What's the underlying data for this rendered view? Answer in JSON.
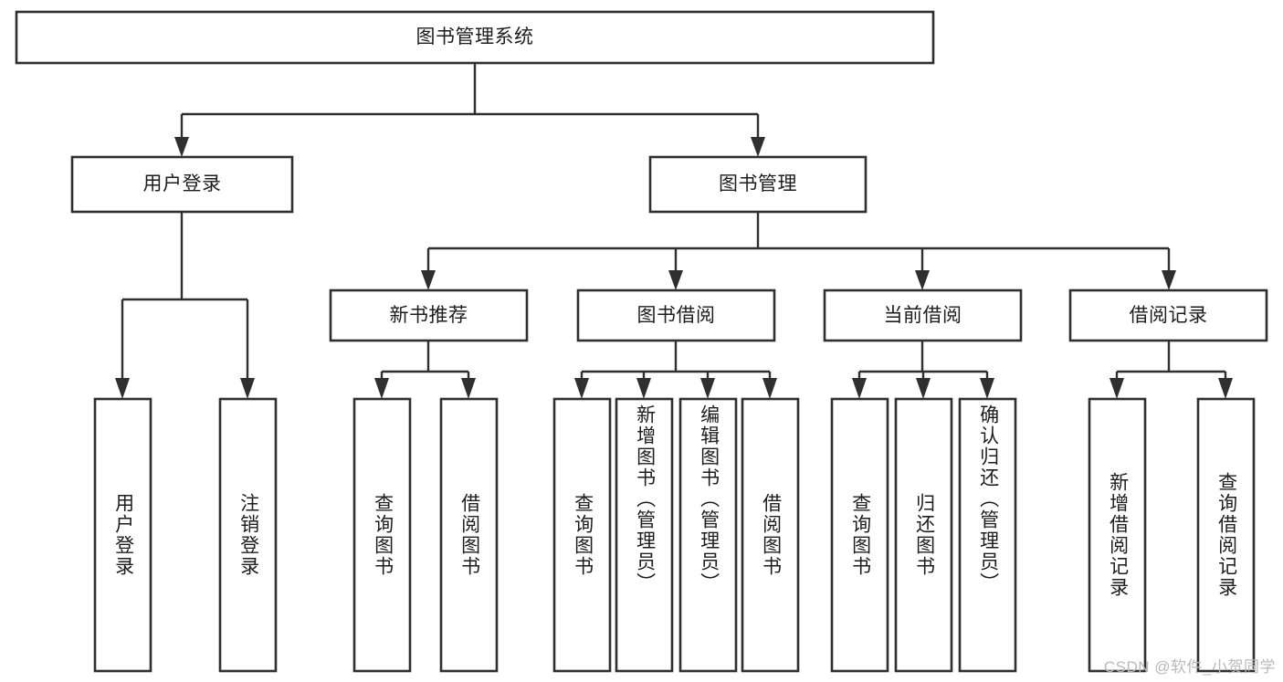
{
  "diagram": {
    "title": "图书管理系统",
    "type": "tree",
    "orientation": "top-down",
    "colors": {
      "background": "#ffffff",
      "node_fill": "#ffffff",
      "stroke": "#2f2f2f",
      "label": "#1d1d1d",
      "watermark": "#b9b9b9"
    },
    "root": {
      "id": "root",
      "label": "图书管理系统"
    },
    "level2": [
      {
        "id": "user-login",
        "label": "用户登录"
      },
      {
        "id": "book-management",
        "label": "图书管理"
      }
    ],
    "level3": [
      {
        "id": "new-book-recommend",
        "label": "新书推荐",
        "parent": "book-management"
      },
      {
        "id": "book-borrow",
        "label": "图书借阅",
        "parent": "book-management"
      },
      {
        "id": "current-borrow",
        "label": "当前借阅",
        "parent": "book-management"
      },
      {
        "id": "borrow-record",
        "label": "借阅记录",
        "parent": "book-management"
      }
    ],
    "leaves": [
      {
        "id": "leaf-user-login",
        "label": "用户登录",
        "parent": "user-login"
      },
      {
        "id": "leaf-logout-login",
        "label": "注销登录",
        "parent": "user-login"
      },
      {
        "id": "leaf-query-book-1",
        "label": "查询图书",
        "parent": "new-book-recommend"
      },
      {
        "id": "leaf-borrow-book-1",
        "label": "借阅图书",
        "parent": "new-book-recommend"
      },
      {
        "id": "leaf-query-book-2",
        "label": "查询图书",
        "parent": "book-borrow"
      },
      {
        "id": "leaf-add-book",
        "label": "新增图书（管理员）",
        "parent": "book-borrow"
      },
      {
        "id": "leaf-edit-book",
        "label": "编辑图书（管理员）",
        "parent": "book-borrow"
      },
      {
        "id": "leaf-borrow-book-2",
        "label": "借阅图书",
        "parent": "book-borrow"
      },
      {
        "id": "leaf-query-book-3",
        "label": "查询图书",
        "parent": "current-borrow"
      },
      {
        "id": "leaf-return-book",
        "label": "归还图书",
        "parent": "current-borrow"
      },
      {
        "id": "leaf-confirm-return",
        "label": "确认归还（管理员）",
        "parent": "current-borrow"
      },
      {
        "id": "leaf-add-record",
        "label": "新增借阅记录",
        "parent": "borrow-record"
      },
      {
        "id": "leaf-query-record",
        "label": "查询借阅记录",
        "parent": "borrow-record"
      }
    ]
  },
  "watermark": {
    "text": "CSDN @软件_小贺同学"
  }
}
